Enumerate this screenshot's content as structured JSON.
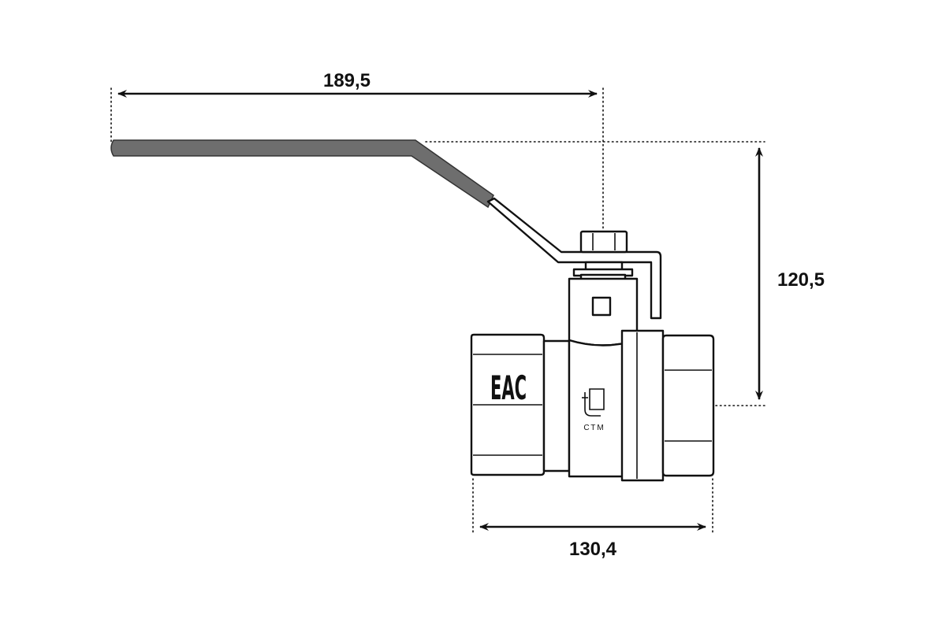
{
  "dimensions": {
    "handle_length": "189,5",
    "total_height": "120,5",
    "body_length": "130,4"
  },
  "markings": {
    "certification": "EAC",
    "brand": "СТМ"
  },
  "colors": {
    "handle": "#6e6e6e",
    "line": "#111111"
  }
}
